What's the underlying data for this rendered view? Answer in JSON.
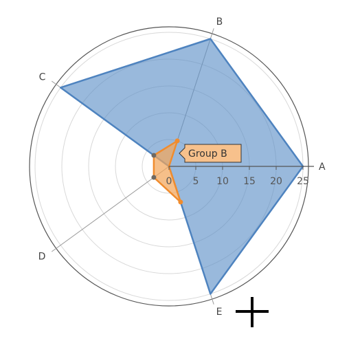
{
  "chart_data": {
    "type": "radar",
    "axes": [
      "A",
      "B",
      "C",
      "D",
      "E"
    ],
    "radial_ticks": [
      "0",
      "5",
      "10",
      "15",
      "20",
      "25"
    ],
    "rlim": [
      0,
      25
    ],
    "series": [
      {
        "values": [
          25,
          25,
          25,
          0,
          25
        ],
        "color": "#4e83bf",
        "fill_color": "#5b8ec7"
      },
      {
        "name": "Group B",
        "values": [
          0,
          5,
          3.5,
          3.5,
          7
        ],
        "color": "#f08c2e",
        "fill_color": "#f2a65c"
      }
    ],
    "tooltip": {
      "series": "Group B",
      "text": "Group B"
    },
    "grid": true
  },
  "overlay": {
    "cursor_icon": "crosshair-cursor-icon"
  }
}
